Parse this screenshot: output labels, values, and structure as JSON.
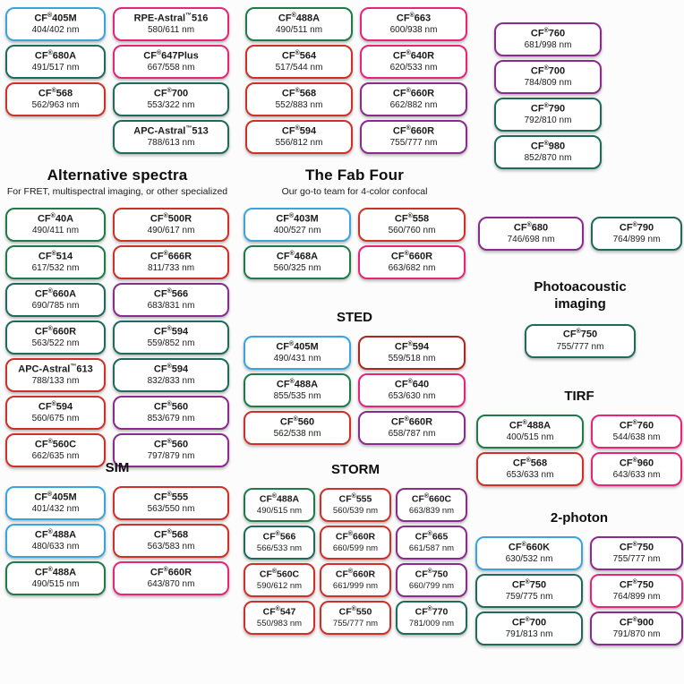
{
  "colors": {
    "blue": "#3aa5dc",
    "green": "#1f7b48",
    "teal": "#1e6b5c",
    "red": "#cf3028",
    "dark_red": "#aa281f",
    "pink": "#e62579",
    "purple": "#8a2c8e"
  },
  "sections": {
    "top_left": {
      "columns": [
        [
          {
            "name": "CF®405M",
            "value": "404/402 nm",
            "color": "blue"
          },
          {
            "name": "CF®680A",
            "value": "491/517 nm",
            "color": "teal"
          },
          {
            "name": "CF®568",
            "value": "562/963 nm",
            "color": "red"
          }
        ],
        [
          {
            "name": "RPE-Astral™516",
            "value": "580/611 nm",
            "color": "pink"
          },
          {
            "name": "CF®647Plus",
            "value": "667/558 nm",
            "color": "pink"
          },
          {
            "name": "CF®700",
            "value": "553/322 nm",
            "color": "teal"
          },
          {
            "name": "APC-Astral™513",
            "value": "788/613 nm",
            "color": "teal"
          }
        ]
      ]
    },
    "top_mid": {
      "columns": [
        [
          {
            "name": "CF®488A",
            "value": "490/511 nm",
            "color": "green"
          },
          {
            "name": "CF®564",
            "value": "517/544 nm",
            "color": "red"
          },
          {
            "name": "CF®568",
            "value": "552/883 nm",
            "color": "red"
          },
          {
            "name": "CF®594",
            "value": "556/812 nm",
            "color": "red"
          }
        ],
        [
          {
            "name": "CF®663",
            "value": "600/938 nm",
            "color": "pink"
          },
          {
            "name": "CF®640R",
            "value": "620/533 nm",
            "color": "pink"
          },
          {
            "name": "CF®660R",
            "value": "662/882 nm",
            "color": "purple"
          },
          {
            "name": "CF®660R",
            "value": "755/777 nm",
            "color": "purple"
          }
        ]
      ]
    },
    "top_right": {
      "columns": [
        [
          {
            "name": "CF®760",
            "value": "681/998 nm",
            "color": "purple"
          },
          {
            "name": "CF®700",
            "value": "784/809 nm",
            "color": "purple"
          },
          {
            "name": "CF®790",
            "value": "792/810 nm",
            "color": "teal"
          },
          {
            "name": "CF®980",
            "value": "852/870 nm",
            "color": "teal"
          }
        ]
      ]
    },
    "alt": {
      "title": "Alternative spectra",
      "subtitle": "For FRET, multispectral imaging, or other specialized",
      "columns": [
        [
          {
            "name": "CF®40A",
            "value": "490/411 nm",
            "color": "green"
          },
          {
            "name": "CF®514",
            "value": "617/532 nm",
            "color": "green"
          },
          {
            "name": "CF®660A",
            "value": "690/785 nm",
            "color": "teal"
          },
          {
            "name": "CF®660R",
            "value": "563/522 nm",
            "color": "teal"
          },
          {
            "name": "APC-Astral™613",
            "value": "788/133 nm",
            "color": "red"
          },
          {
            "name": "CF®594",
            "value": "560/675 nm",
            "color": "red"
          },
          {
            "name": "CF®560C",
            "value": "662/635 nm",
            "color": "red"
          }
        ],
        [
          {
            "name": "CF®500R",
            "value": "490/617 nm",
            "color": "red"
          },
          {
            "name": "CF®666R",
            "value": "811/733 nm",
            "color": "red"
          },
          {
            "name": "CF®566",
            "value": "683/831 nm",
            "color": "purple"
          },
          {
            "name": "CF®594",
            "value": "559/852 nm",
            "color": "teal"
          },
          {
            "name": "CF®594",
            "value": "832/833 nm",
            "color": "teal"
          },
          {
            "name": "CF®560",
            "value": "853/679 nm",
            "color": "purple"
          },
          {
            "name": "CF®560",
            "value": "797/879 nm",
            "color": "purple"
          }
        ]
      ]
    },
    "fab": {
      "title": "The Fab Four",
      "subtitle": "Our go-to team for 4-color confocal",
      "columns": [
        [
          {
            "name": "CF®403M",
            "value": "400/527 nm",
            "color": "blue"
          },
          {
            "name": "CF®468A",
            "value": "560/325 nm",
            "color": "green"
          }
        ],
        [
          {
            "name": "CF®558",
            "value": "560/760 nm",
            "color": "red"
          },
          {
            "name": "CF®660R",
            "value": "663/682 nm",
            "color": "pink"
          }
        ]
      ]
    },
    "sted": {
      "title": "STED",
      "columns": [
        [
          {
            "name": "CF®405M",
            "value": "490/431 nm",
            "color": "blue"
          },
          {
            "name": "CF®488A",
            "value": "855/535 nm",
            "color": "green"
          },
          {
            "name": "CF®560",
            "value": "562/538 nm",
            "color": "red"
          }
        ],
        [
          {
            "name": "CF®594",
            "value": "559/518 nm",
            "color": "dark_red"
          },
          {
            "name": "CF®640",
            "value": "653/630 nm",
            "color": "pink"
          },
          {
            "name": "CF®660R",
            "value": "658/787 nm",
            "color": "purple"
          }
        ]
      ]
    },
    "nir": {
      "columns": [
        [
          {
            "name": "CF®680",
            "value": "746/698 nm",
            "color": "purple"
          }
        ],
        [
          {
            "name": "CF®790",
            "value": "764/899 nm",
            "color": "teal"
          }
        ]
      ]
    },
    "photo": {
      "title": "Photoacoustic imaging",
      "columns": [
        [
          {
            "name": "CF®750",
            "value": "755/777 nm",
            "color": "teal"
          }
        ]
      ]
    },
    "tirf": {
      "title": "TIRF",
      "columns": [
        [
          {
            "name": "CF®488A",
            "value": "400/515 nm",
            "color": "green"
          },
          {
            "name": "CF®568",
            "value": "653/633 nm",
            "color": "red"
          }
        ],
        [
          {
            "name": "CF®760",
            "value": "544/638 nm",
            "color": "pink"
          },
          {
            "name": "CF®960",
            "value": "643/633 nm",
            "color": "pink"
          }
        ]
      ]
    },
    "sim": {
      "title": "SIM",
      "columns": [
        [
          {
            "name": "CF®405M",
            "value": "401/432 nm",
            "color": "blue"
          },
          {
            "name": "CF®488A",
            "value": "480/633 nm",
            "color": "blue"
          },
          {
            "name": "CF®488A",
            "value": "490/515 nm",
            "color": "green"
          }
        ],
        [
          {
            "name": "CF®555",
            "value": "563/550 nm",
            "color": "red"
          },
          {
            "name": "CF®568",
            "value": "563/583 nm",
            "color": "red"
          },
          {
            "name": "CF®660R",
            "value": "643/870 nm",
            "color": "pink"
          }
        ]
      ]
    },
    "storm": {
      "title": "STORM",
      "columns": [
        [
          {
            "name": "CF®488A",
            "value": "490/515 nm",
            "color": "green"
          },
          {
            "name": "CF®566",
            "value": "566/533 nm",
            "color": "teal"
          },
          {
            "name": "CF®560C",
            "value": "590/612 nm",
            "color": "red"
          },
          {
            "name": "CF®547",
            "value": "550/983 nm",
            "color": "red"
          }
        ],
        [
          {
            "name": "CF®555",
            "value": "560/539 nm",
            "color": "red"
          },
          {
            "name": "CF®660R",
            "value": "660/599 nm",
            "color": "red"
          },
          {
            "name": "CF®660R",
            "value": "661/999 nm",
            "color": "red"
          },
          {
            "name": "CF®550",
            "value": "755/777 nm",
            "color": "red"
          }
        ],
        [
          {
            "name": "CF®660C",
            "value": "663/839 nm",
            "color": "purple"
          },
          {
            "name": "CF®665",
            "value": "661/587 nm",
            "color": "purple"
          },
          {
            "name": "CF®750",
            "value": "660/799 nm",
            "color": "purple"
          },
          {
            "name": "CF®770",
            "value": "781/009 nm",
            "color": "teal"
          }
        ]
      ]
    },
    "two_photon": {
      "title": "2-photon",
      "columns": [
        [
          {
            "name": "CF®660K",
            "value": "630/532 nm",
            "color": "blue"
          },
          {
            "name": "CF®750",
            "value": "759/775 nm",
            "color": "teal"
          },
          {
            "name": "CF®700",
            "value": "791/813 nm",
            "color": "teal"
          }
        ],
        [
          {
            "name": "CF®750",
            "value": "755/777 nm",
            "color": "purple"
          },
          {
            "name": "CF®750",
            "value": "764/899 nm",
            "color": "pink"
          },
          {
            "name": "CF®900",
            "value": "791/870 nm",
            "color": "purple"
          }
        ]
      ]
    }
  }
}
